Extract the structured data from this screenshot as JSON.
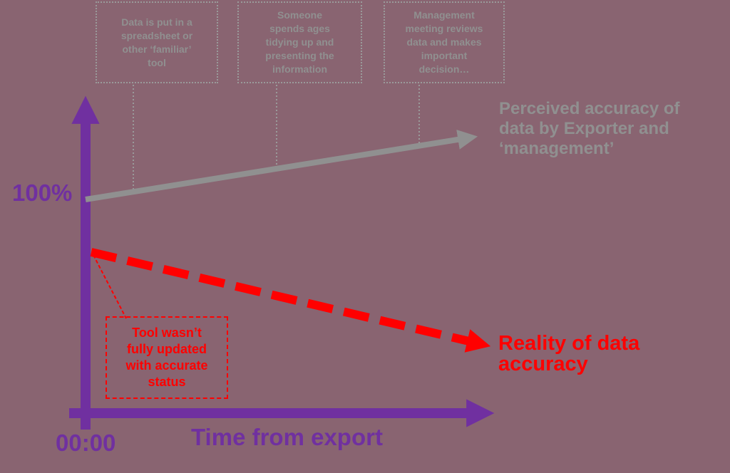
{
  "colors": {
    "background": "#896471",
    "axis_purple": "#7030A0",
    "gray": "#909090",
    "red": "#FF0000"
  },
  "chart_data": {
    "type": "line",
    "qualitative": true,
    "xlabel": "Time from export",
    "x_origin_label": "00:00",
    "y_reference_label": "100%",
    "axis_color": "#7030A0",
    "grid": false,
    "steps": [
      {
        "name": "Data is put in a spreadsheet or other ‘familiar’ tool",
        "text": "Data is put in a\nspreadsheet or\nother ‘familiar’\ntool"
      },
      {
        "name": "Someone spends ages tidying up and presenting the information",
        "text": "Someone\nspends ages\ntidying up and\npresenting the\ninformation"
      },
      {
        "name": "Management meeting reviews data and makes important decision…",
        "text": "Management\nmeeting reviews\ndata and makes\nimportant\ndecision…"
      }
    ],
    "series": [
      {
        "name": "Perceived accuracy of data by Exporter and ‘management’",
        "label_text": "Perceived accuracy of\ndata by Exporter and\n‘management’",
        "color": "#909090",
        "line_style": "solid",
        "trend": "rising",
        "points_pct": [
          {
            "x": 0,
            "y": 98
          },
          {
            "x": 1,
            "y": 126
          }
        ]
      },
      {
        "name": "Reality of data accuracy",
        "label_text": "Reality of data accuracy",
        "color": "#FF0000",
        "line_style": "dashed",
        "trend": "falling",
        "points_pct": [
          {
            "x": 0,
            "y": 74
          },
          {
            "x": 1,
            "y": 31
          }
        ]
      }
    ],
    "annotation": {
      "name": "Tool wasn’t fully updated with accurate status",
      "text": "Tool wasn’t\nfully updated\nwith accurate\nstatus",
      "color": "#FF0000",
      "points_to": "reality-line-start"
    }
  }
}
